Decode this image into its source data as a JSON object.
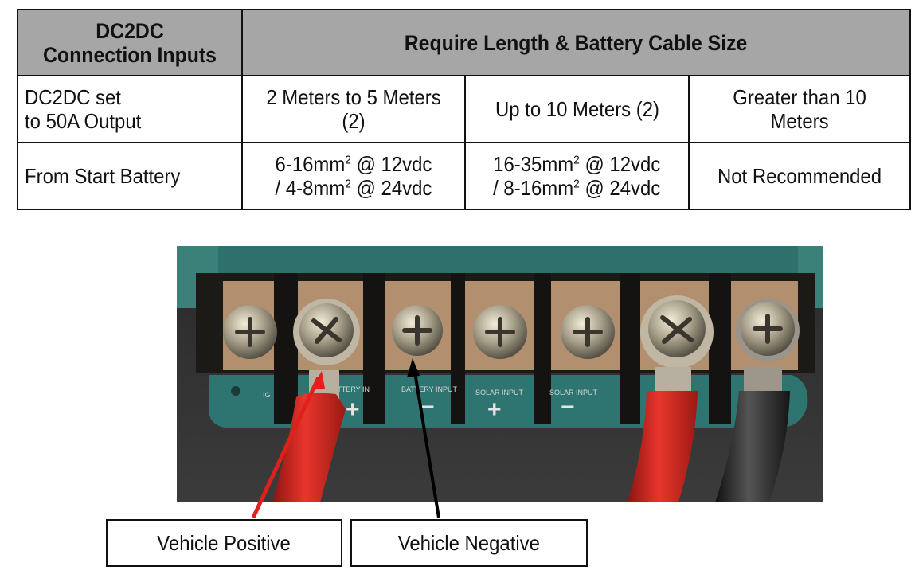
{
  "table": {
    "header": {
      "col1": "DC2DC Connection Inputs",
      "col2": "Require Length & Battery Cable Size"
    },
    "row1": {
      "label": "DC2DC set to 50A Output",
      "c1": "2 Meters to 5 Meters (2)",
      "c2": "Up to 10 Meters (2)",
      "c3": "Greater than 10 Meters"
    },
    "row2": {
      "label": "From Start Battery",
      "c1_line1_a": "6-16mm",
      "c1_line1_b": " @ 12vdc",
      "c1_line2_a": "/ 4-8mm",
      "c1_line2_b": " @ 24vdc",
      "c2_line1_a": "16-35mm",
      "c2_line1_b": " @ 12vdc",
      "c2_line2_a": "/ 8-16mm",
      "c2_line2_b": " @ 24vdc",
      "sup": "2",
      "c3": "Not Recommended"
    }
  },
  "photo": {
    "terminal_labels": [
      "IG",
      "BATTERY IN",
      "BATTERY INPUT",
      "SOLAR INPUT",
      "SOLAR INPUT"
    ],
    "polarity": [
      "+",
      "−",
      "+",
      "−"
    ],
    "colors": {
      "housing": "#2f6f6c",
      "red_cable": "#d62a22",
      "black_cable": "#2a2a2a"
    }
  },
  "callouts": {
    "positive": "Vehicle Positive",
    "negative": "Vehicle Negative",
    "positive_arrow_color": "#e0201b",
    "negative_arrow_color": "#000000"
  }
}
